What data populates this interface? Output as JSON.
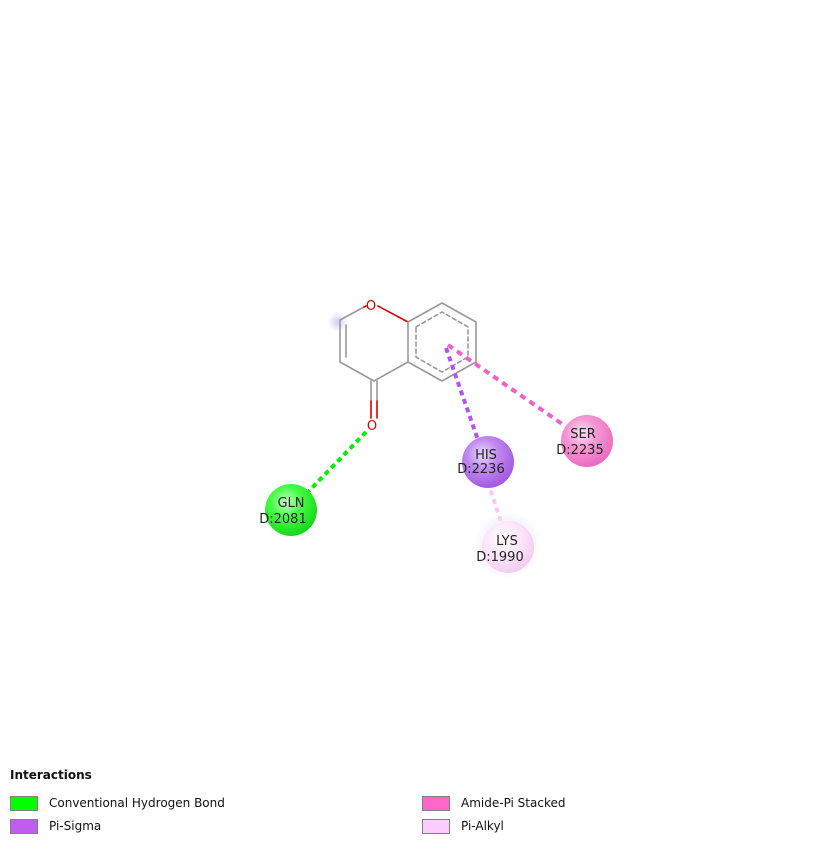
{
  "atoms": {
    "ring_oxygen": "O",
    "carbonyl_oxygen": "O"
  },
  "residues": [
    {
      "name": "GLN",
      "chain_id": "D:2081",
      "interaction": "Conventional Hydrogen Bond",
      "color": "#22ee22"
    },
    {
      "name": "HIS",
      "chain_id": "D:2236",
      "interaction": "Pi-Sigma",
      "color": "#b36bea"
    },
    {
      "name": "SER",
      "chain_id": "D:2235",
      "interaction": "Amide-Pi Stacked",
      "color": "#f07ac8"
    },
    {
      "name": "LYS",
      "chain_id": "D:1990",
      "interaction": "Pi-Alkyl",
      "color": "#f9d6f6"
    }
  ],
  "colors": {
    "hbond": "#00ee00",
    "pi_sigma": "#b453ec",
    "amide_pi": "#f060c8",
    "pi_alkyl": "#f7c8f2",
    "bond": "#999999",
    "oxygen": "#dd0000"
  },
  "legend": {
    "title": "Interactions",
    "items": [
      {
        "label": "Conventional Hydrogen Bond",
        "color": "#00ff00"
      },
      {
        "label": "Pi-Sigma",
        "color": "#c05cf0"
      },
      {
        "label": "Amide-Pi Stacked",
        "color": "#ff66cc"
      },
      {
        "label": "Pi-Alkyl",
        "color": "#ffccff"
      }
    ]
  }
}
